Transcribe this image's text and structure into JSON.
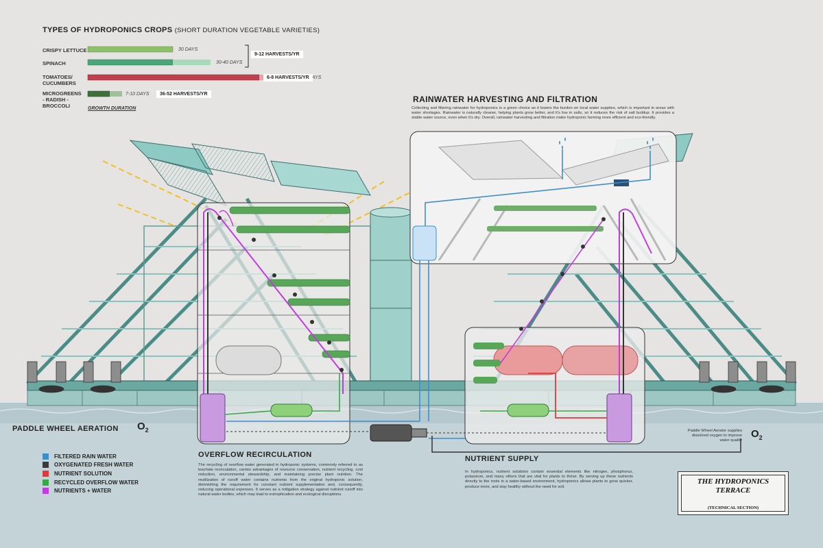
{
  "crop_chart": {
    "title": "TYPES OF HYDROPONICS CROPS",
    "subtitle": "(SHORT DURATION VEGETABLE VARIETIES)",
    "footer": "GROWTH DURATION",
    "crops": [
      {
        "name": "CRISPY LETTUCE",
        "days": "30 DAYS",
        "color": "#8fc06a"
      },
      {
        "name": "SPINACH",
        "days": "30-40 DAYS",
        "color": "#47a776"
      },
      {
        "name": "TOMATOES/ CUCUMBERS",
        "days": "45-60 DAYS",
        "color": "#c0404f"
      },
      {
        "name": "MICROGREENS - RADISH - BROCCOLI",
        "days": "7-10 DAYS",
        "color": "#3f6f3a"
      }
    ],
    "harvests": [
      "9-12 HARVESTS/YR",
      "6-8 HARVESTS/YR",
      "36-52 HARVESTS/YR"
    ]
  },
  "rainwater": {
    "title": "RAINWATER HARVESTING AND FILTRATION",
    "body": "Collecting and filtering rainwater for hydroponics is a green choice as it lowers the burden on local water supplies, which is important in areas with water shortages. Rainwater is naturally cleaner, helping plants grow better, and it's low in salts, so it reduces the risk of salt buildup. It provides a stable water source, even when it's dry.  Overall, rainwater harvesting and filtration make hydroponic farming more efficient and eco-friendly."
  },
  "paddle": {
    "title": "PADDLE WHEEL AERATION",
    "note": "Paddle Wheel Aerator supplies dissolved oxygen to improve water quality",
    "o2": "O",
    "o2_sub": "2"
  },
  "overflow": {
    "title": "OVERFLOW RECIRCULATION",
    "body": "The recycling of overflow water generated in hydroponic systems, commonly referred to as leachate recirculation, carries advantages of resource conservation, nutrient recycling, cost reduction, environmental stewardship, and maintaining precise plant nutrition.  The reutilization of runoff water contains nutrients from the original hydroponic solution, diminishing the requirement for constant nutrient supplementation and, consequently, reducing operational expenses. It serves as a mitigation strategy against nutrient runoff into natural water bodies, which may lead to eutrophication and ecological disruptions."
  },
  "nutrient": {
    "title": "NUTRIENT SUPPLY",
    "body": "In hydroponics, nutrient solutions contain essential elements like nitrogen, phosphorus, potassium, and many others that are vital for plants to thrive. By serving up these nutrients directly to the roots in a water-based environment, hydroponics allows plants to grow quicker, produce more, and stay healthy without the need for soil."
  },
  "legend": [
    {
      "label": "FILTERED RAIN WATER",
      "color": "#3e8ec9"
    },
    {
      "label": "OXYGENATED FRESH WATER",
      "color": "#3b3b3b"
    },
    {
      "label": "NUTRIENT SOLUTION",
      "color": "#e13a3a"
    },
    {
      "label": "RECYCLED OVERFLOW WATER",
      "color": "#3aa64a"
    },
    {
      "label": "NUTRIENTS + WATER",
      "color": "#c33be0"
    }
  ],
  "title_block": {
    "title": "THE HYDROPONICS TERRACE",
    "subtitle": "(TECHNICAL SECTION)"
  }
}
